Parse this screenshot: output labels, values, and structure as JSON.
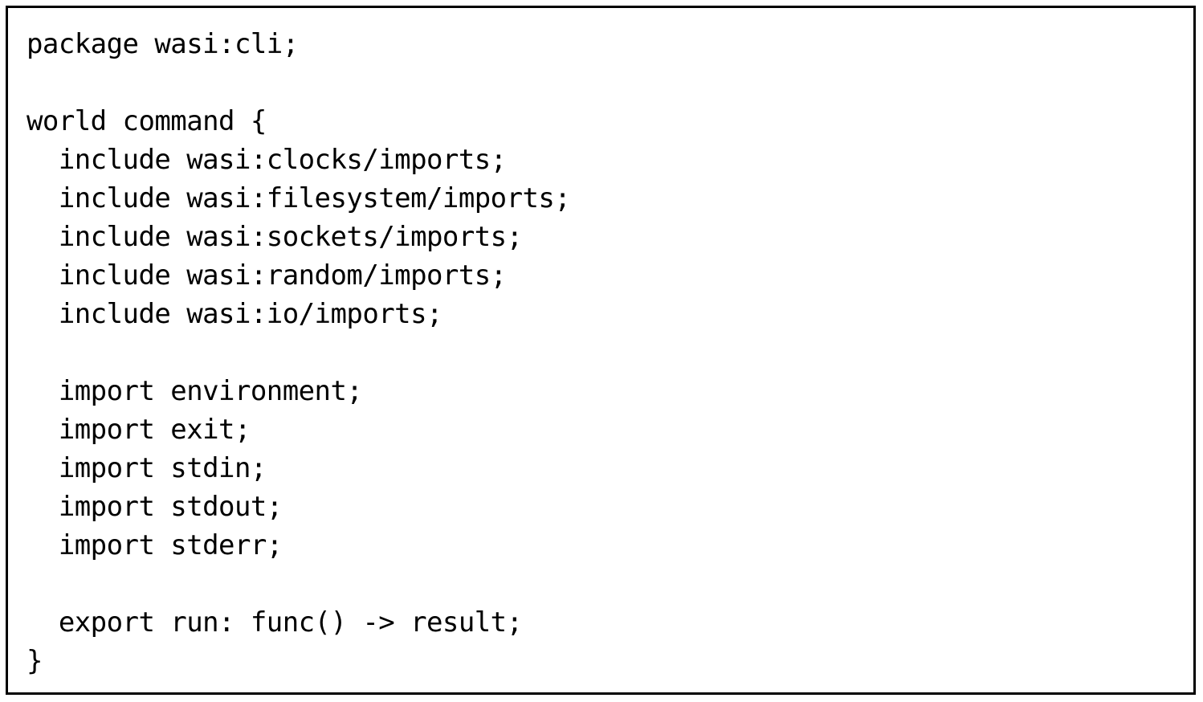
{
  "figure": {
    "kind": "code-listing",
    "language": "wit",
    "background_color": "#ffffff",
    "text_color": "#000000",
    "border_color": "#000000"
  },
  "code": {
    "lines": [
      "package wasi:cli;",
      "",
      "world command {",
      "  include wasi:clocks/imports;",
      "  include wasi:filesystem/imports;",
      "  include wasi:sockets/imports;",
      "  include wasi:random/imports;",
      "  include wasi:io/imports;",
      "",
      "  import environment;",
      "  import exit;",
      "  import stdin;",
      "  import stdout;",
      "  import stderr;",
      "",
      "  export run: func() -> result;",
      "}"
    ]
  }
}
